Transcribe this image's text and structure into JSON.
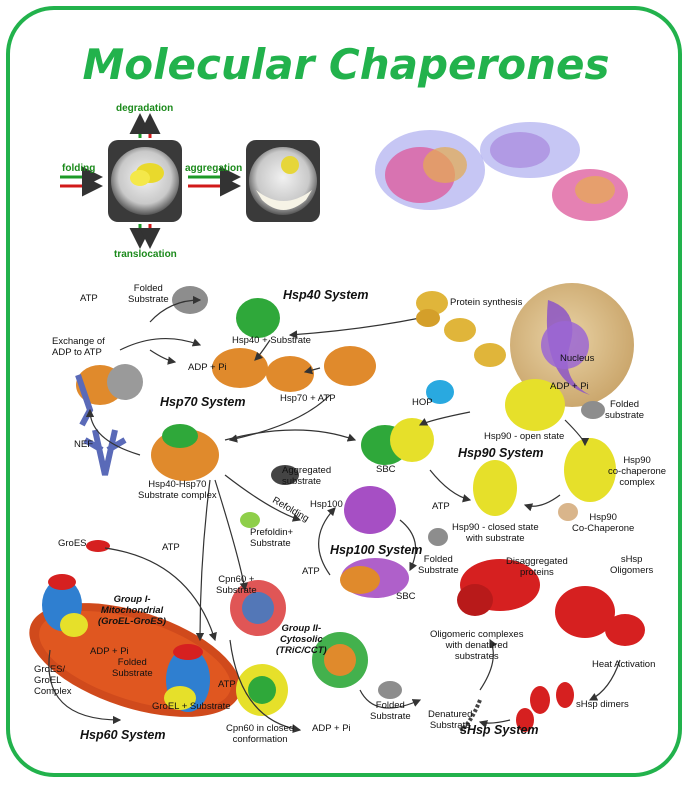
{
  "title": "Molecular Chaperones",
  "fate_diagram": {
    "degradation": "degradation",
    "folding": "folding",
    "aggregation": "aggregation",
    "translocation": "translocation"
  },
  "systems": {
    "hsp40": "Hsp40 System",
    "hsp70": "Hsp70 System",
    "hsp90": "Hsp90 System",
    "hsp100": "Hsp100 System",
    "hsp60": "Hsp60 System",
    "shsp": "sHsp System"
  },
  "labels": {
    "atp_top": "ATP",
    "folded_substrate_top": "Folded\nSubstrate",
    "exchange": "Exchange of\nADP to ATP",
    "hsp40_substrate": "Hsp40 + Substrate",
    "protein_synthesis": "Protein synthesis",
    "nucleus": "Nucleus",
    "adp_pi_70": "ADP + Pi",
    "hsp70_atp": "Hsp70 + ATP",
    "nef": "NEF",
    "hsp40_hsp70": "Hsp40-Hsp70\nSubstrate complex",
    "hop": "HOP",
    "adp_pi_90": "ADP + Pi",
    "folded_substrate_90": "Folded\nsubstrate",
    "hsp90_open": "Hsp90 - open state",
    "hsp90_cochap_complex": "Hsp90\nco-chaperone\ncomplex",
    "sbc_90": "SBC",
    "aggregated": "Aggregated\nsubstrate",
    "refolding": "Refolding",
    "hsp100": "Hsp100",
    "atp_90": "ATP",
    "hsp90_closed": "Hsp90 - closed state\nwith substrate",
    "hsp90_cochaperone": "Hsp90\nCo-Chaperone",
    "groes": "GroES",
    "atp_60": "ATP",
    "prefoldin": "Prefoldin+\nSubstrate",
    "folded_substrate_100": "Folded\nSubstrate",
    "disaggregated": "Disaggregated\nproteins",
    "shsp_oligomers": "sHsp\nOligomers",
    "cpn60_substrate": "Cpn60 +\nSubstrate",
    "group1": "Group I-\nMitochondrial\n(GroEL-GroES)",
    "atp_100": "ATP",
    "sbc_100": "SBC",
    "group2": "Group II-\nCytosolic\n(TRiC/CCT)",
    "oligomeric": "Oligomeric complexes\nwith denatured\nsubstrates",
    "heat_activation": "Heat Activation",
    "groes_groel_complex": "GroES/\nGroEL\nComplex",
    "adp_pi_60": "ADP + Pi",
    "folded_substrate_60": "Folded\nSubstrate",
    "atp_cpn": "ATP",
    "groel_substrate": "GroEL + Substrate",
    "cpn60_closed": "Cpn60 in closed\nconformation",
    "adp_pi_cpn": "ADP + Pi",
    "folded_substrate_cpn": "Folded\nSubstrate",
    "denatured": "Denatured\nSubstrate",
    "shsp_dimers": "sHsp dimers"
  },
  "colors": {
    "frame": "#22b24c",
    "title": "#22b24c",
    "hsp70": "#e08a2c",
    "hsp40": "#2fa83a",
    "hsp90": "#e6e02a",
    "hsp100": "#a64fc4",
    "shsp": "#d62020",
    "groel": "#2f7fd0",
    "prefoldin": "#8fcf4a",
    "nef": "#5a6ab8"
  }
}
